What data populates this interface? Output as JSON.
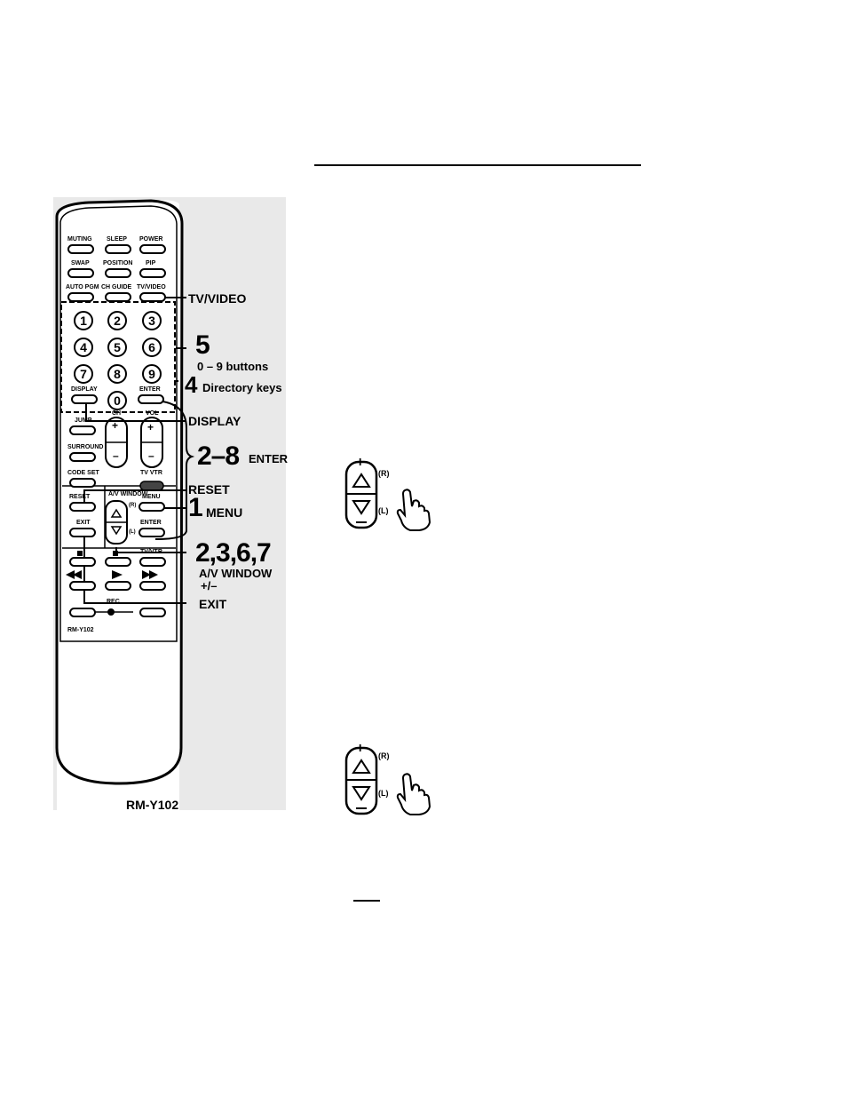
{
  "heading_rule": "",
  "remote": {
    "model_label": "RM-Y102",
    "caption": "RM-Y102",
    "buttons": {
      "muting": "MUTING",
      "sleep": "SLEEP",
      "power": "POWER",
      "swap": "SWAP",
      "position": "POSITION",
      "pip": "PIP",
      "auto_pgm": "AUTO PGM",
      "ch_guide": "CH GUIDE",
      "tv_video": "TV/VIDEO",
      "digits": [
        "1",
        "2",
        "3",
        "4",
        "5",
        "6",
        "7",
        "8",
        "9",
        "0"
      ],
      "display": "DISPLAY",
      "enter": "ENTER",
      "jump": "JUMP",
      "ch": "CH",
      "vol": "VOL",
      "surround": "SURROUND",
      "code_set": "CODE SET",
      "tv_vtr": "TV  VTR",
      "av_window": "A/V WINDOW",
      "reset": "RESET",
      "menu": "MENU",
      "enter2": "ENTER",
      "exit": "EXIT",
      "tv_vtr2": "TV/VTR",
      "rec": "REC",
      "r_mark": "(R)",
      "l_mark": "(L)"
    }
  },
  "callouts": {
    "tv_video": "TV/VIDEO",
    "step5_num": "5",
    "step5_text": "0 – 9 buttons",
    "step4_num": "4",
    "step4_text": "Directory keys",
    "display": "DISPLAY",
    "step28_num": "2–8",
    "step28_text": "ENTER",
    "reset": "RESET",
    "step1_num": "1",
    "step1_text": "MENU",
    "step2367_num": "2,3,6,7",
    "step2367_text1": "A/V WINDOW",
    "step2367_text2": "+/–",
    "exit": "EXIT"
  },
  "rocker_figures": [
    {
      "r_label": "(R)",
      "l_label": "(L)",
      "plus": "+",
      "minus": "–"
    },
    {
      "r_label": "(R)",
      "l_label": "(L)",
      "plus": "+",
      "minus": "–"
    }
  ]
}
